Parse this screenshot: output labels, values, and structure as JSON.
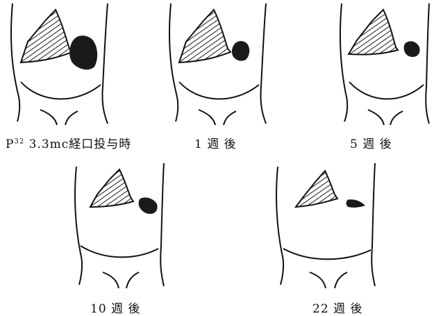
{
  "figure": {
    "panels": [
      {
        "id": "p1",
        "caption_sup": "32",
        "caption_prefix": "P",
        "caption": "3.3mc経口投与時",
        "liver_size": "large",
        "spleen_size": "large"
      },
      {
        "id": "p2",
        "caption": "1 週 後",
        "liver_size": "large",
        "spleen_size": "medium"
      },
      {
        "id": "p3",
        "caption": "5 週 後",
        "liver_size": "large",
        "spleen_size": "small"
      },
      {
        "id": "p4",
        "caption": "10 週 後",
        "liver_size": "medium",
        "spleen_size": "small"
      },
      {
        "id": "p5",
        "caption": "22 週 後",
        "liver_size": "small",
        "spleen_size": "tiny"
      }
    ],
    "hatch_color": "#1a1a1a",
    "spleen_color": "#1a1a1a"
  }
}
